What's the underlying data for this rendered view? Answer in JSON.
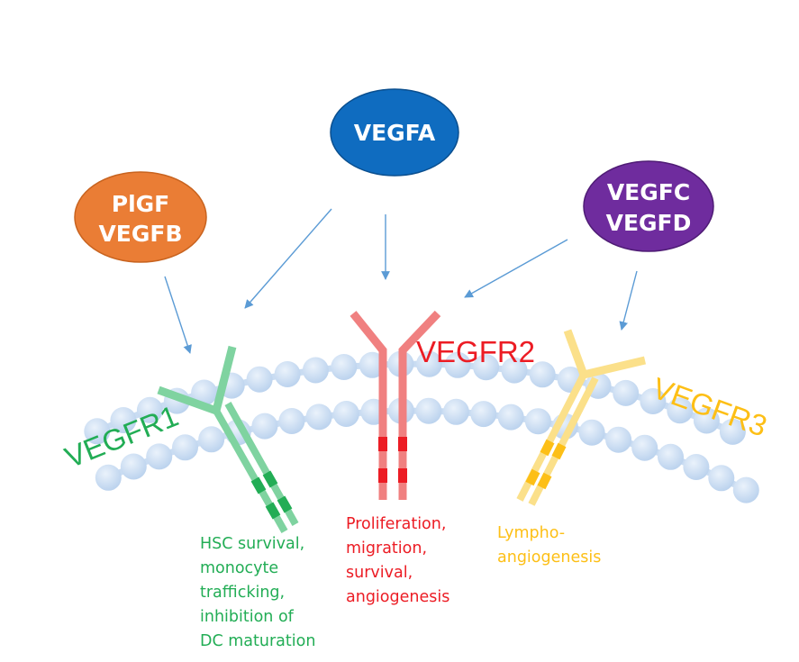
{
  "ligands": {
    "vegfa": {
      "line1": "VEGFA",
      "color": "#0f6cc0"
    },
    "plgf_vegfb": {
      "line1": "PlGF",
      "line2": "VEGFB",
      "color": "#ea7d35"
    },
    "vegfc_vegfd": {
      "line1": "VEGFC",
      "line2": "VEGFD",
      "color": "#6f2c9e"
    }
  },
  "receptors": {
    "vegfr1": {
      "label": "VEGFR1",
      "color": "#22ad55",
      "shade": "#7fd3a0"
    },
    "vegfr2": {
      "label": "VEGFR2",
      "color": "#ec1c24",
      "shade": "#f08080"
    },
    "vegfr3": {
      "label": "VEGFR3",
      "color": "#fdbf16",
      "shade": "#fbe08a"
    }
  },
  "functions": {
    "vegfr1": [
      "HSC survival,",
      "monocyte",
      "trafficking,",
      "inhibition of",
      "DC maturation"
    ],
    "vegfr2": [
      "Proliferation,",
      "migration,",
      "survival,",
      "angiogenesis"
    ],
    "vegfr3": [
      "Lympho-",
      "angiogenesis"
    ]
  },
  "colors": {
    "membrane": "#c9dcf2",
    "arrow": "#5b9bd5"
  }
}
